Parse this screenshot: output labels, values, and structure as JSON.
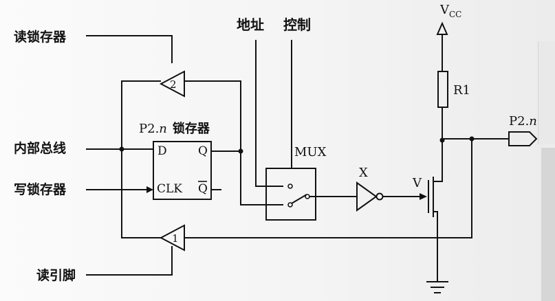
{
  "labels": {
    "read_latch": "读锁存器",
    "internal_bus": "内部总线",
    "write_latch": "写锁存器",
    "read_pin": "读引脚",
    "address": "地址",
    "control": "控制",
    "latch_title": "P2.n 锁存器",
    "latch_title_prefix": "P2.",
    "latch_title_n": "n",
    "latch_title_suffix": "锁存器",
    "latch_d": "D",
    "latch_q": "Q",
    "latch_clk": "CLK",
    "latch_qbar": "Q",
    "mux": "MUX",
    "inverter": "X",
    "transistor": "V",
    "resistor": "R1",
    "vcc": "V",
    "vcc_sub": "CC",
    "pin_prefix": "P2.",
    "pin_n": "n",
    "buffer_top": "2",
    "buffer_bottom": "1"
  }
}
